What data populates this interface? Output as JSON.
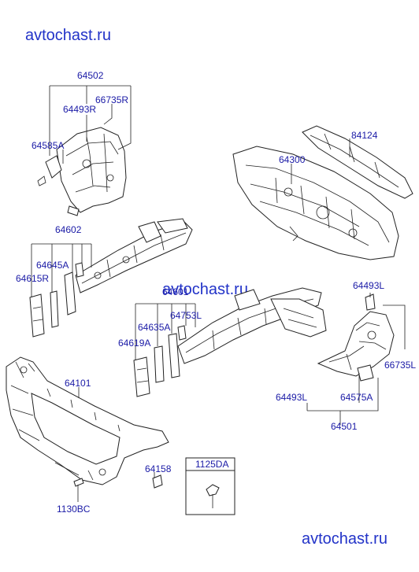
{
  "watermark": "avtochast.ru",
  "labels": {
    "l64502": "64502",
    "l64493R": "64493R",
    "l66735R": "66735R",
    "l64585A": "64585A",
    "l84124": "84124",
    "l64300": "64300",
    "l64602": "64602",
    "l64645A": "64645A",
    "l64615R": "64615R",
    "l64601": "64601",
    "l64753L": "64753L",
    "l64635A": "64635A",
    "l64619A": "64619A",
    "l64493L_top": "64493L",
    "l66735L": "66735L",
    "l64493L_bot": "64493L",
    "l64575A": "64575A",
    "l64501": "64501",
    "l64101": "64101",
    "l64158": "64158",
    "l1130BC": "1130BC",
    "l1125DA": "1125DA"
  },
  "colors": {
    "label": "#1a1aa6",
    "watermark": "#2233c8",
    "line": "#222222"
  }
}
